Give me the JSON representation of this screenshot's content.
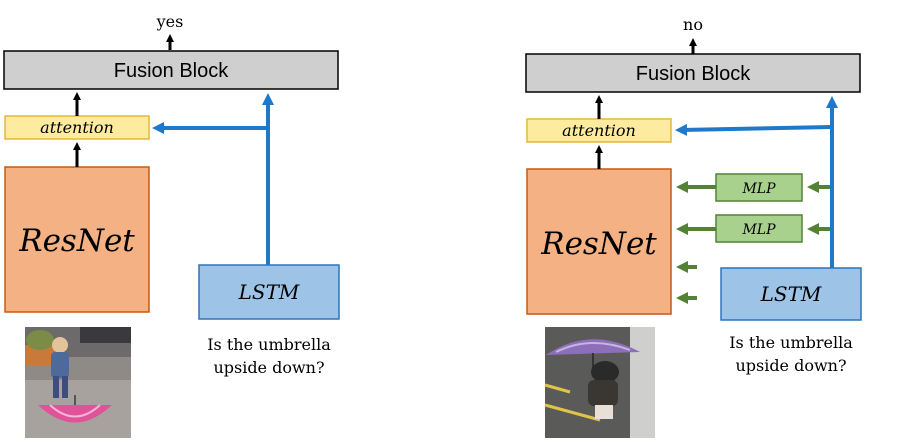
{
  "colors": {
    "fusion_fill": "#d0cfcf",
    "attention_fill": "#fdeca0",
    "attention_stroke": "#e7b53c",
    "resnet_fill": "#f4b183",
    "resnet_stroke": "#c55a11",
    "lstm_fill": "#9dc3e6",
    "lstm_stroke": "#2e75b6",
    "mlp_fill": "#a9d18e",
    "mlp_stroke": "#548235",
    "blue_arrow": "#1f78c8",
    "green_arrow": "#548235",
    "black_arrow": "#000000"
  },
  "left": {
    "answer": "yes",
    "fusion_label": "Fusion Block",
    "attention_label": "attention",
    "resnet_label": "ResNet",
    "lstm_label": "LSTM",
    "question_line1": "Is the umbrella",
    "question_line2": "upside down?",
    "photo_icon": "child-with-pink-umbrella-photo"
  },
  "right": {
    "answer": "no",
    "fusion_label": "Fusion Block",
    "attention_label": "attention",
    "resnet_label": "ResNet",
    "lstm_label": "LSTM",
    "mlp1_label": "MLP",
    "mlp2_label": "MLP",
    "question_line1": "Is the umbrella",
    "question_line2": "upside down?",
    "photo_icon": "person-with-purple-umbrella-photo"
  }
}
